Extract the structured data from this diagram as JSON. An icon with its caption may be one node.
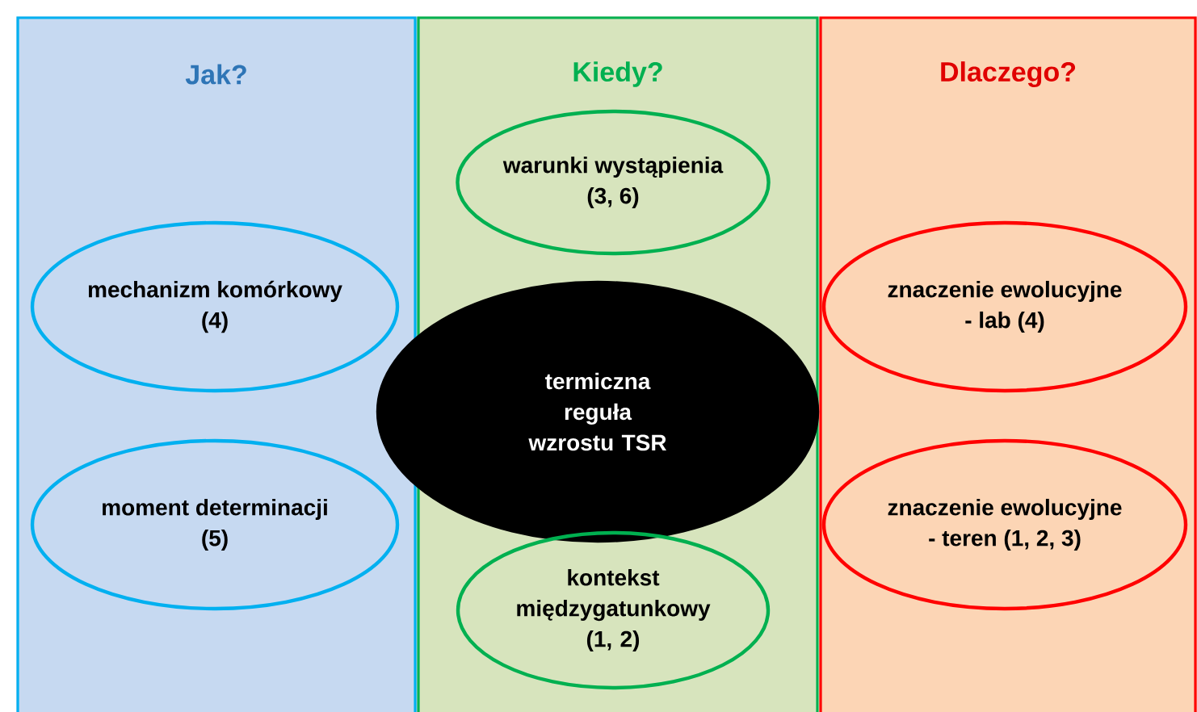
{
  "diagram": {
    "nodes": [
      {
        "text": [
          "Jak?"
        ]
      },
      {
        "text": [
          "Kiedy?"
        ]
      },
      {
        "text": [
          "Dlaczego?"
        ]
      },
      {
        "text": [
          "warunki wystąpienia",
          "(3, 6)"
        ],
        "in": 1
      },
      {
        "text": [
          "mechanizm komórkowy",
          "(4)"
        ],
        "in": 0
      },
      {
        "text": [
          "termiczna reguła wzrostu TSR"
        ]
      },
      {
        "text": [
          "znaczenie ewolucyjne",
          "- lab (4)"
        ],
        "in": 2
      },
      {
        "text": [
          "moment determinacji",
          "(5)"
        ],
        "in": 0
      },
      {
        "text": [
          "kontekst międzygatunkowy",
          "(1, 2)"
        ],
        "in": 1
      },
      {
        "text": [
          "znaczenie ewolucyjne",
          "- teren (1, 2, 3)"
        ],
        "in": 2
      }
    ]
  }
}
